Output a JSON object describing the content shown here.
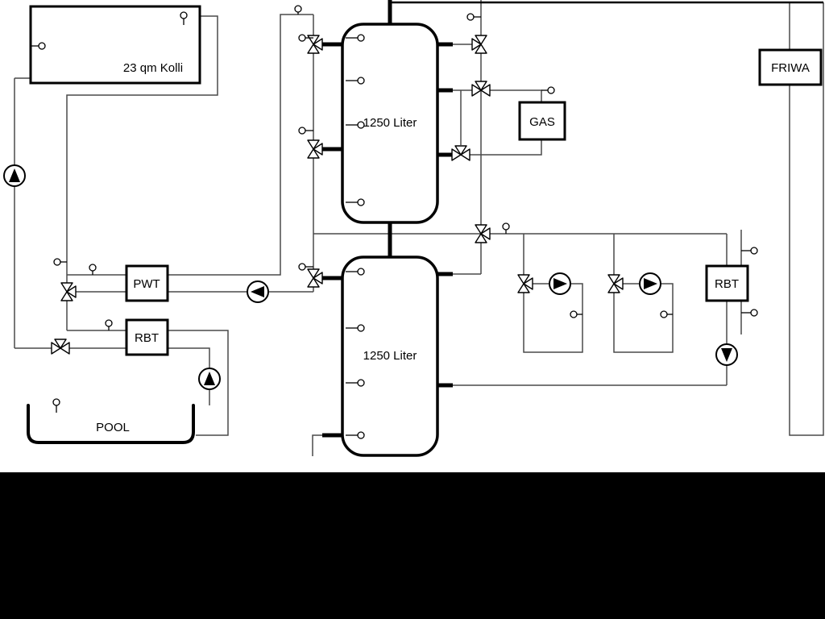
{
  "diagram": {
    "type": "hydraulic-scheme",
    "labels": {
      "collector": "23 qm Kolli",
      "tank1": "1250 Liter",
      "tank2": "1250 Liter",
      "gas": "GAS",
      "friwa": "FRIWA",
      "pwt": "PWT",
      "rbt_left": "RBT",
      "rbt_right": "RBT",
      "pool": "POOL"
    },
    "colors": {
      "background": "#ffffff",
      "letterbox": "#000000",
      "pipe": "#4a4a4a",
      "component_border": "#000000"
    },
    "legend": {
      "three_way_valve": "bowtie-triangles-icon",
      "pump": "circle-with-solid-triangle-icon",
      "temperature_sensor": "small-circle-with-stem-icon"
    },
    "counts": {
      "three_way_valves": 11,
      "pumps": 6,
      "temperature_sensors": 25,
      "buffer_tanks": 2
    }
  }
}
